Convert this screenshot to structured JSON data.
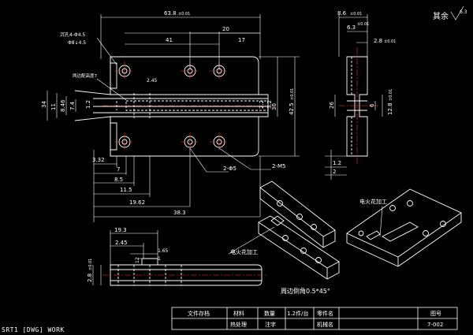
{
  "colors": {
    "background": "#000000",
    "outline": "#ffffff",
    "dimension": "#ffffff",
    "centerline": "#ff3030"
  },
  "corner_note": {
    "label": "其余",
    "roughness": "6.3"
  },
  "status_bar": {
    "text": "SRT1 [DWG] WORK"
  },
  "front_view": {
    "overall_width": "63.8",
    "overall_width_tol": "±0.01",
    "dim_20": "20",
    "dim_41": "41",
    "dim_17": "17",
    "hole_note_line1": "沉孔4-Φ4.5",
    "hole_note_line2": "Φ8↓4.5",
    "slot_note": "两边配高度7",
    "dim_2_45": "2.45",
    "dim_34": "34",
    "dim_11": "11",
    "dim_8_46": "8.46",
    "dim_7_4": "7.4",
    "dim_1_2": "1.2",
    "dim_2_2": "2.2",
    "dim_3_2": "3.2",
    "dim_30": "30",
    "dim_42_5": "42.5",
    "dim_42_5_tol": "±0.01",
    "dim_3_32": "3.32",
    "dim_7": "7",
    "dim_8_5": "8.5",
    "dim_11_5": "11.5",
    "dim_19_62": "19.62",
    "dim_38_3": "38.3",
    "hole_label_1": "2-Φ5",
    "hole_label_2": "2-M5"
  },
  "side_view": {
    "dim_8_6": "8.6",
    "dim_8_6_tol": "±0.01",
    "dim_6_3": "6.3",
    "dim_6_3_tol": "±0.01",
    "dim_2_8": "2.8",
    "dim_2_8_tol": "±0.01",
    "dim_26": "26",
    "dim_6": "6",
    "dim_12_8": "12.8",
    "dim_12_8_tol": "±0.01",
    "dim_1_2": "1.2",
    "dim_2": "2"
  },
  "bottom_view": {
    "dim_19_3": "19.3",
    "dim_2_45": "2.45",
    "dim_1_65": "1.65",
    "dim_1": "1",
    "dim_12": "12",
    "dim_2_8": "2.8",
    "dim_2_8_tol": "±0.01"
  },
  "iso_view": {
    "edm_note_1": "电火花加工",
    "edm_note_2": "电火花加工",
    "chamfer_note": "周边倒角0.5*45°"
  },
  "title_block": {
    "file_storage": "文件存档",
    "material": "材料",
    "quantity": "数量",
    "quantity_value": "1.2件/台",
    "part_name": "零件名",
    "drawing_no_label": "图号",
    "heat_treatment": "热处理",
    "note": "注字",
    "machine_name": "机械名",
    "drawing_no": "7-002"
  }
}
